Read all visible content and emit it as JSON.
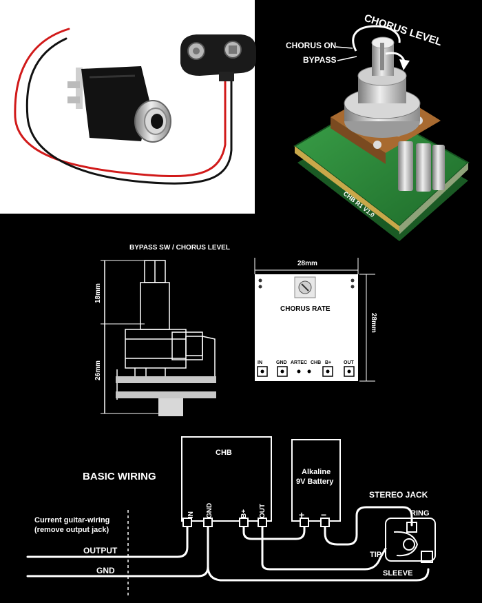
{
  "photo_labels": {
    "chorus_on": "CHORUS ON",
    "bypass": "BYPASS",
    "chorus_level": "CHORUS LEVEL",
    "pcb_marking": "CHB R1 V1.0"
  },
  "side_drawing": {
    "title": "BYPASS SW / CHORUS LEVEL",
    "dim_top": "18mm",
    "dim_bottom": "26mm"
  },
  "top_drawing": {
    "dim_width": "28mm",
    "dim_height": "28mm",
    "trimmer_label": "CHORUS RATE",
    "pads": [
      "IN",
      "GND",
      "ARTEC",
      "CHB",
      "B+",
      "OUT"
    ]
  },
  "wiring": {
    "title": "BASIC WIRING",
    "module": "CHB",
    "module_pins": [
      "IN",
      "GND",
      "B+",
      "OUT"
    ],
    "battery_line1": "Alkaline",
    "battery_line2": "9V Battery",
    "battery_plus": "+",
    "battery_minus": "−",
    "jack_title": "STEREO JACK",
    "ring": "RING",
    "tip": "TIP",
    "sleeve": "SLEEVE",
    "current_wiring_line1": "Current guitar-wiring",
    "current_wiring_line2": "(remove output jack)",
    "output": "OUTPUT",
    "gnd": "GND"
  },
  "colors": {
    "background": "#000000",
    "pcb_green": "#2e8b3a",
    "wire_red": "#d11a1a",
    "metal": "#c8c8c8"
  }
}
